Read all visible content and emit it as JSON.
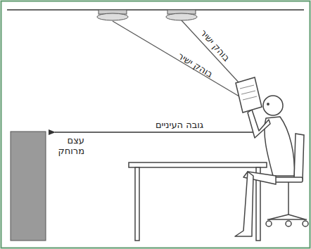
{
  "diagram": {
    "labels": [
      "בוהק ישיר",
      "בוהק ישיר",
      "גובה העיניים",
      "עצם מרוחק"
    ]
  }
}
